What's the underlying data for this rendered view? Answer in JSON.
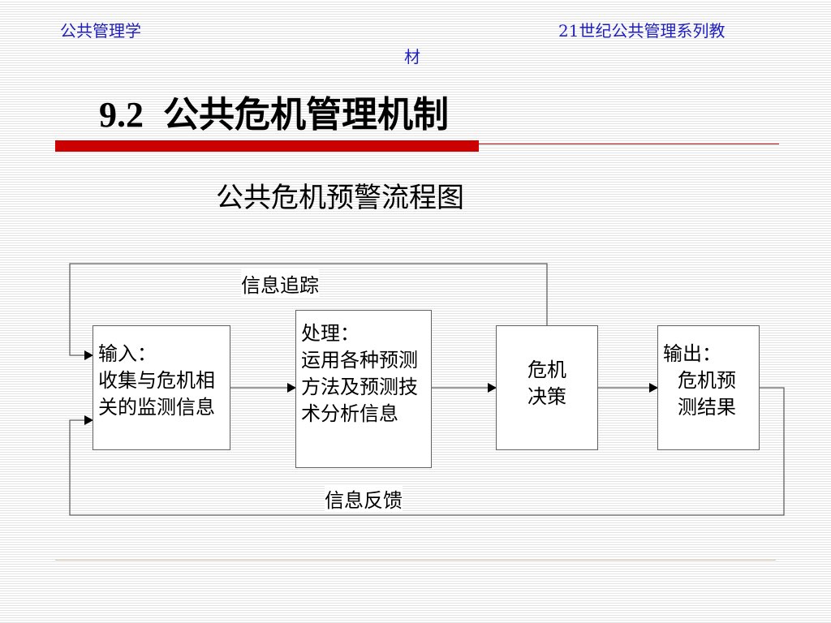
{
  "header": {
    "left": "公共管理学",
    "right": "21世纪公共管理系列教",
    "right_cont": "材"
  },
  "slide": {
    "section_number": "9.2",
    "section_title": "公共危机管理机制",
    "chart_title": "公共危机预警流程图"
  },
  "flow": {
    "input": {
      "line1": "输入：",
      "line2": "收集与危机相",
      "line3": "关的监测信息"
    },
    "process": {
      "line1": "处理：",
      "line2": "运用各种预测",
      "line3": "方法及预测技",
      "line4": "术分析信息"
    },
    "decision": {
      "line1": "危机",
      "line2": "决策"
    },
    "output": {
      "line1": "输出：",
      "line2": "危机预",
      "line3": "测结果"
    },
    "tracking_label": "信息追踪",
    "feedback_label": "信息反馈"
  },
  "colors": {
    "header_text": "#1f1fbf",
    "accent_bar": "#cc0000",
    "box_border": "#606060"
  }
}
